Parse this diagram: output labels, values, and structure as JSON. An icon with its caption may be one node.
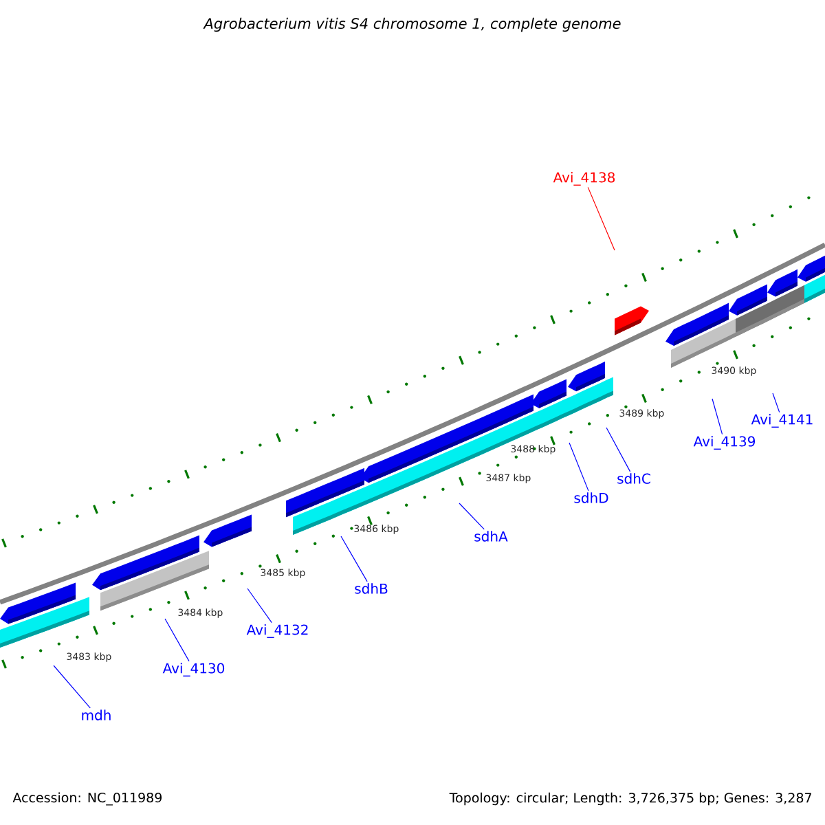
{
  "diagram": {
    "title": "Agrobacterium vitis S4 chromosome 1, complete genome",
    "nodes": [
      {
        "text": [
          "mdh"
        ]
      },
      {
        "text": [
          "Avi_4130"
        ]
      },
      {
        "text": [
          "Avi_4132"
        ]
      },
      {
        "text": [
          "sdhB"
        ]
      },
      {
        "text": [
          "sdhA"
        ]
      },
      {
        "text": [
          "sdhD"
        ]
      },
      {
        "text": [
          "sdhC"
        ]
      },
      {
        "text": [
          "Avi_4138"
        ]
      },
      {
        "text": [
          "Avi_4139"
        ]
      },
      {
        "text": [
          "Avi_4141"
        ]
      }
    ],
    "edges": [
      {
        "from": 0,
        "to": null,
        "arrow": "none"
      },
      {
        "from": 1,
        "to": null,
        "arrow": "none"
      },
      {
        "from": 2,
        "to": null,
        "arrow": "none"
      },
      {
        "from": 3,
        "to": null,
        "arrow": "none"
      },
      {
        "from": 4,
        "to": null,
        "arrow": "none"
      },
      {
        "from": 5,
        "to": null,
        "arrow": "none"
      },
      {
        "from": 6,
        "to": null,
        "arrow": "none"
      },
      {
        "from": 7,
        "to": null,
        "arrow": "none",
        "color": "#ff0000"
      },
      {
        "from": 8,
        "to": null,
        "arrow": "none"
      },
      {
        "from": 9,
        "to": null,
        "arrow": "none"
      }
    ],
    "labels": [
      "3483 kbp",
      "3484 kbp",
      "3485 kbp",
      "3486 kbp",
      "3487 kbp",
      "3488 kbp",
      "3489 kbp",
      "3490 kbp",
      "Accession: NC_011989",
      "Topology: circular; Length: 3,726,375 bp; Genes: 3,287"
    ]
  }
}
